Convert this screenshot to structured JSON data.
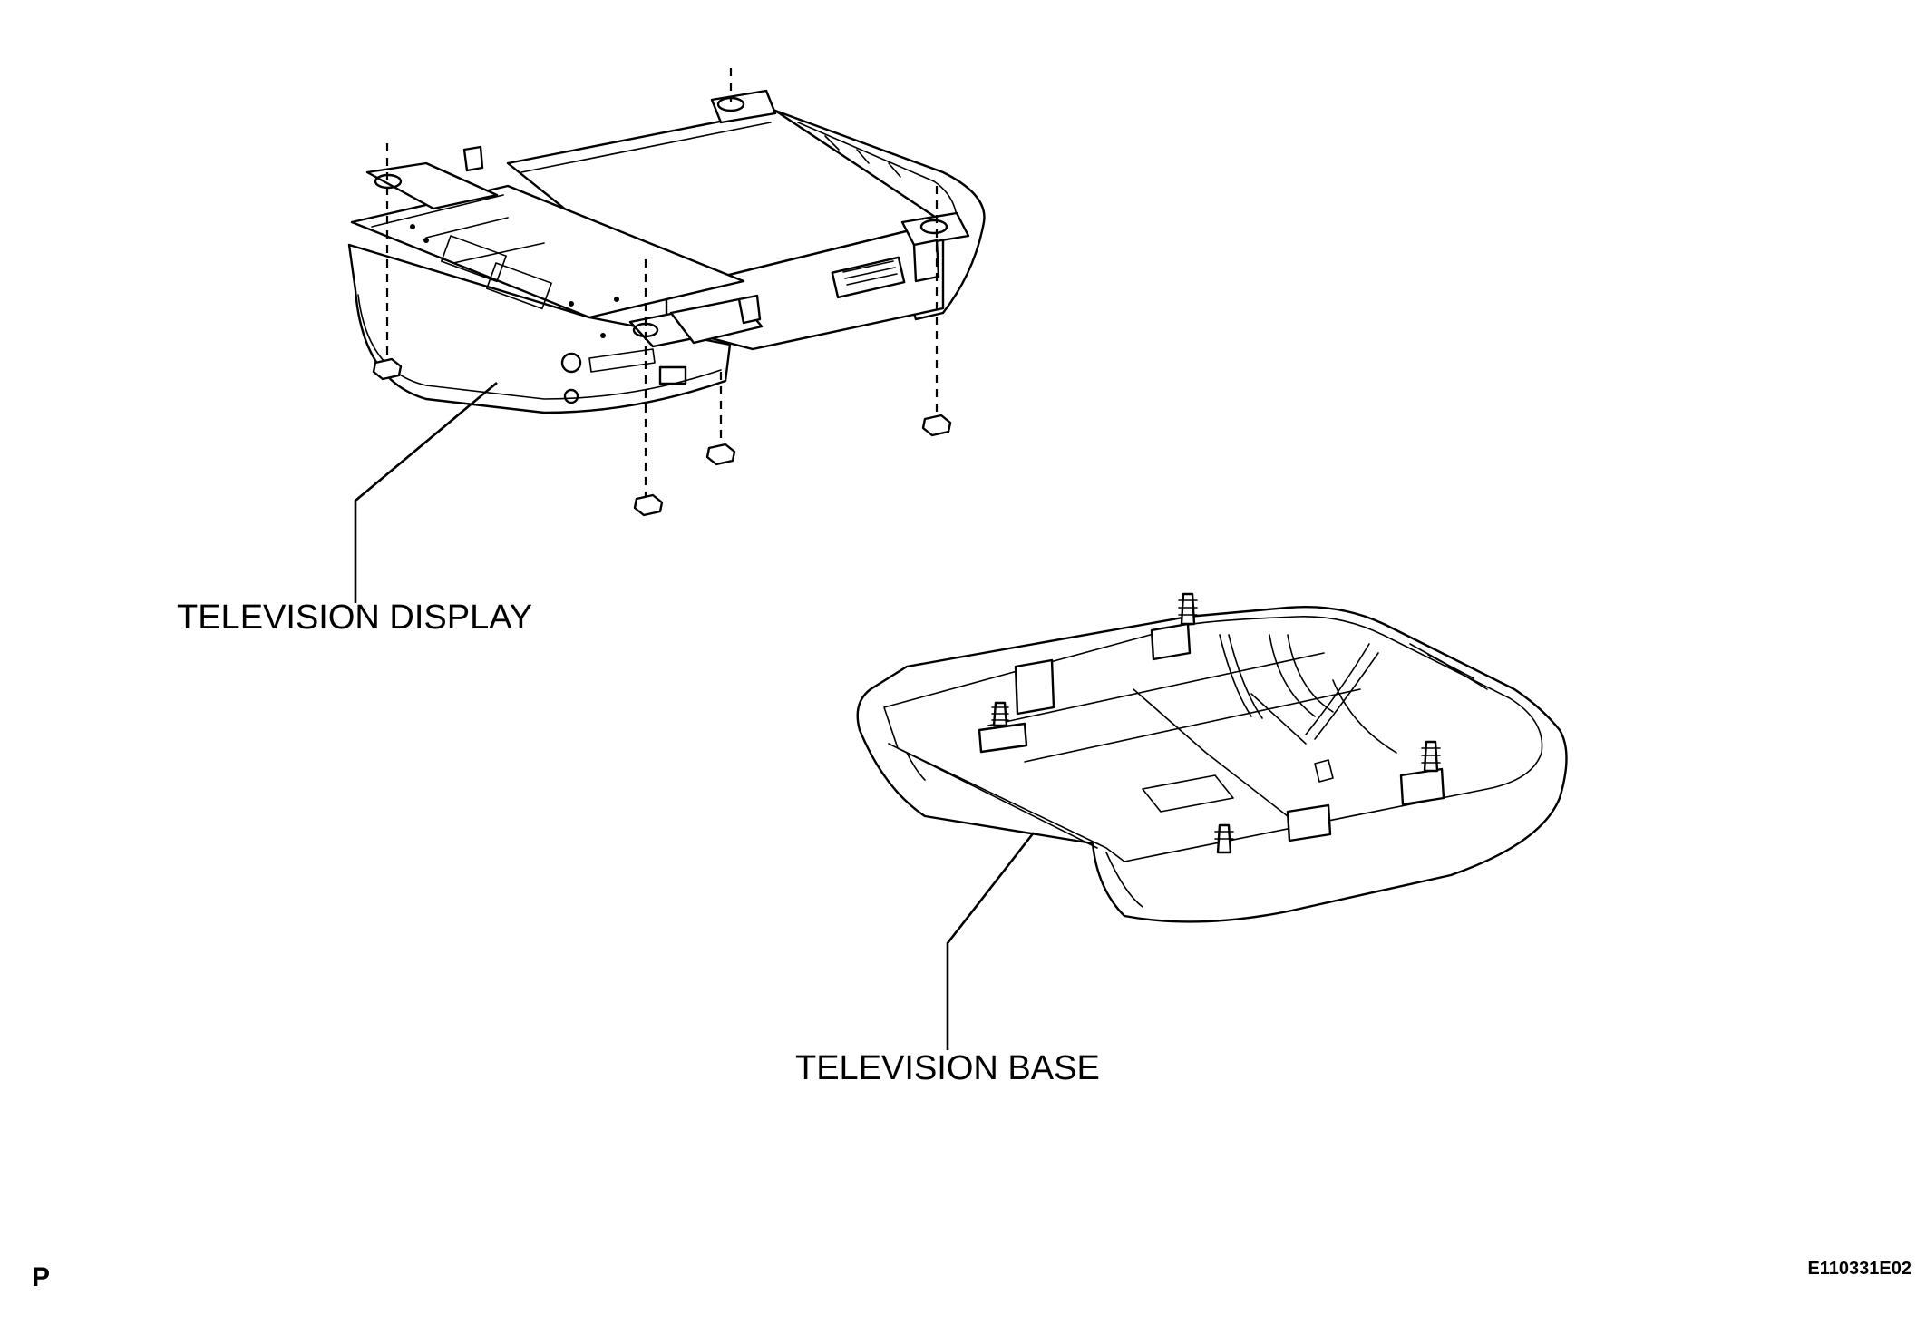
{
  "labels": {
    "display": "TELEVISION DISPLAY",
    "base": "TELEVISION BASE"
  },
  "corner": {
    "left": "P",
    "right": "E110331E02"
  }
}
